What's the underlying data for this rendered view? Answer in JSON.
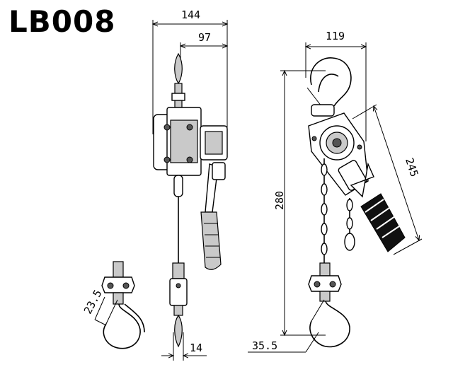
{
  "model_title": "LB008",
  "dimensions": {
    "overall_width": "144",
    "handle_offset": "97",
    "side_width": "119",
    "handle_length": "245",
    "lift_height": "280",
    "hook_opening_top": "23.5",
    "chain_width": "14",
    "hook_opening_bottom": "35.5"
  },
  "colors": {
    "line": "#000000",
    "fill_gray": "#c9c9c9",
    "grip": "#111111"
  }
}
